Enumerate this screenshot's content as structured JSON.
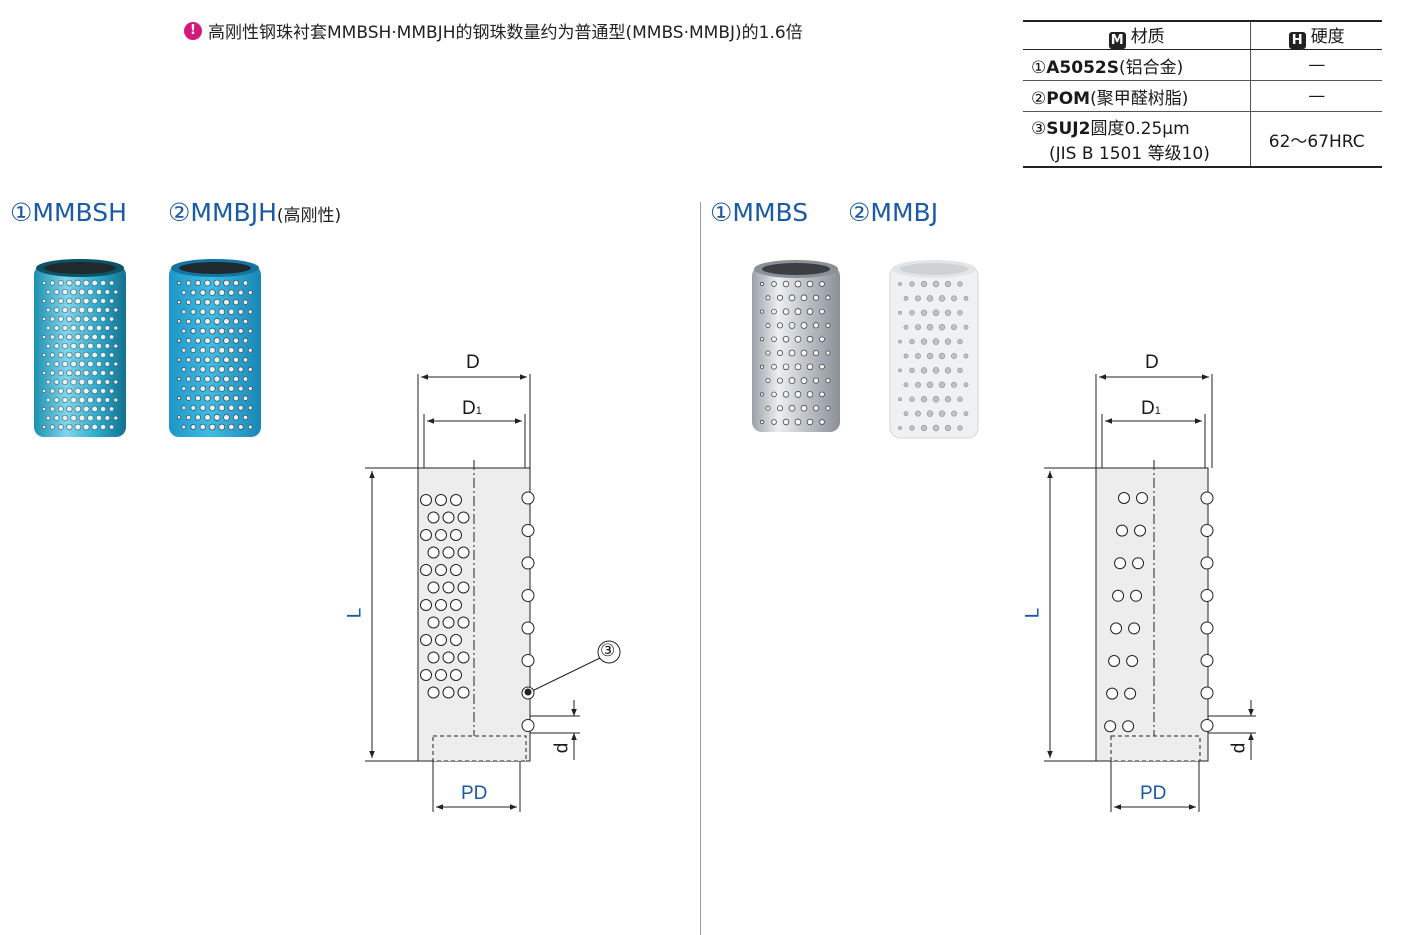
{
  "note": {
    "icon": "info-icon",
    "text": "高刚性钢珠衬套MMBSH·MMBJH的钢珠数量约为普通型(MMBS·MMBJ)的1.6倍"
  },
  "material_table": {
    "col1_key": "M",
    "col1_label": "材质",
    "col2_key": "H",
    "col2_label": "硬度",
    "rows": [
      {
        "num": "①",
        "code": "A5052S",
        "desc": "(铝合金)",
        "line2": "",
        "hardness": "—"
      },
      {
        "num": "②",
        "code": "POM",
        "desc": "(聚甲醛树脂)",
        "line2": "",
        "hardness": "—"
      },
      {
        "num": "③",
        "code": "SUJ2",
        "desc": "圆度0.25μm",
        "line2": "(JIS B 1501 等级10)",
        "hardness": "62～67HRC"
      }
    ]
  },
  "left": {
    "heading1": "①MMBSH",
    "heading2": "②MMBJH",
    "heading2_note": "(高刚性)",
    "dims": {
      "D": "D",
      "D1": "D",
      "D1_sub": "1",
      "L": "L",
      "PD": "PD",
      "d": "d",
      "callout": "③"
    }
  },
  "right": {
    "heading1": "①MMBS",
    "heading2": "②MMBJ",
    "dims": {
      "D": "D",
      "D1": "D",
      "D1_sub": "1",
      "L": "L",
      "PD": "PD",
      "d": "d"
    }
  },
  "colors": {
    "accent_blue": "#1a5aa6",
    "info_magenta": "#d6187c",
    "sleeve_cyan": "#2fb3d6",
    "sleeve_silver": "#c8ccd0",
    "sleeve_white": "#f1f2f2"
  }
}
